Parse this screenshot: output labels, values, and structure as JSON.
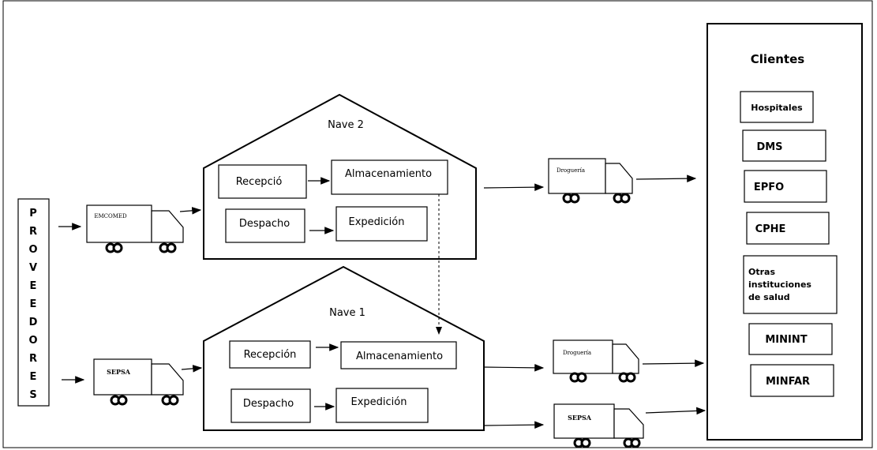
{
  "proveedores": [
    "P",
    "R",
    "O",
    "V",
    "E",
    "E",
    "D",
    "O",
    "R",
    "E",
    "S"
  ],
  "nave2": {
    "title": "Nave 2",
    "recepcion": "Recepció",
    "almacenamiento": "Almacenamiento",
    "despacho": "Despacho",
    "expedicion": "Expedición"
  },
  "nave1": {
    "title": "Nave 1",
    "recepcion": "Recepción",
    "almacenamiento": "Almacenamiento",
    "despacho": "Despacho",
    "expedicion": "Expedición"
  },
  "trucks": {
    "emcomed": "EMCOMED",
    "sepsa_in": "SEPSA",
    "drogueria_top": "Droguería",
    "drogueria_bottom": "Droguería",
    "sepsa_out": "SEPSA"
  },
  "clientes": {
    "title": "Clientes",
    "hospitales": "Hospitales",
    "dms": "DMS",
    "epfo": "EPFO",
    "cphe": "CPHE",
    "otras_1": "Otras",
    "otras_2": "instituciones",
    "otras_3": "de salud",
    "minint": "MININT",
    "minfar": "MINFAR"
  }
}
